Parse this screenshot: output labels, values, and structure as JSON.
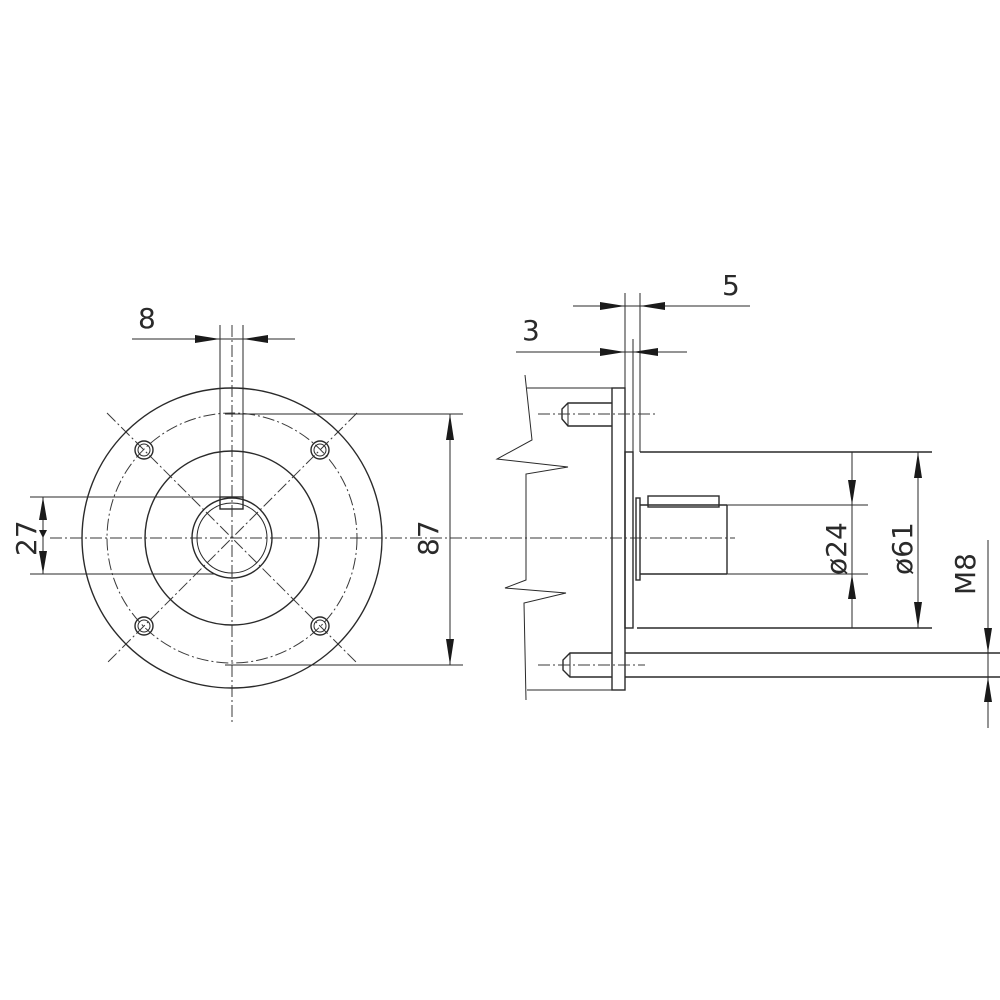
{
  "front_view": {
    "key_width": "8",
    "key_height": "27",
    "bolt_spacing": "87"
  },
  "side_view": {
    "plate_thickness_total": "5",
    "plate_thickness": "3",
    "shaft_diameter": "ø24",
    "body_diameter": "ø61",
    "thread": "M8"
  }
}
